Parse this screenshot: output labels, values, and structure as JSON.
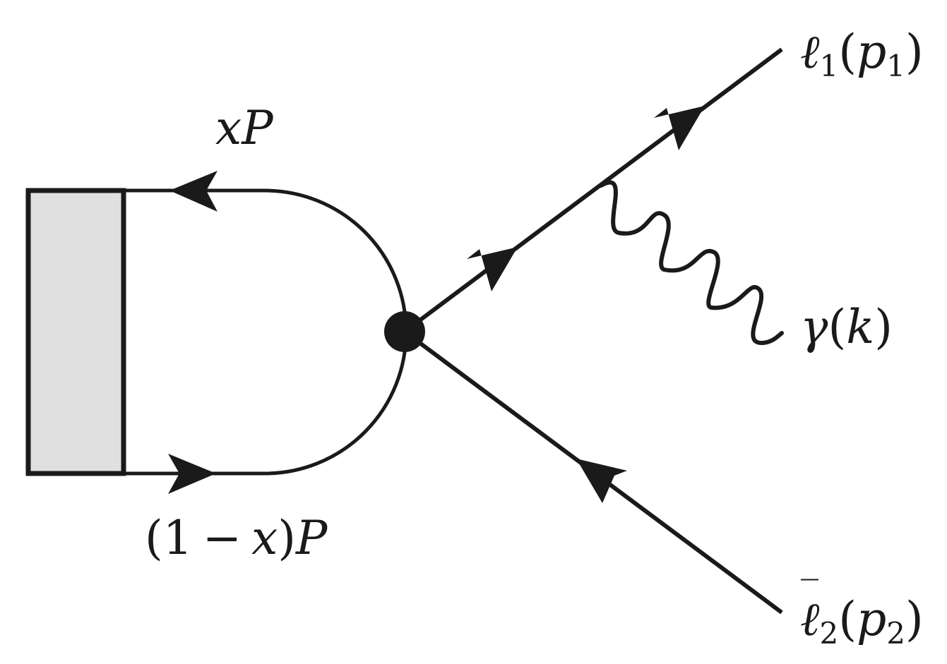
{
  "labels": {
    "upper_momentum": {
      "var": "x",
      "sym": "P"
    },
    "lower_momentum": {
      "open": "(",
      "one": "1",
      "minus": "−",
      "var": "x",
      "close": ")",
      "sym": "P"
    },
    "lepton1": {
      "sym": "ℓ",
      "sub": "1",
      "open": "(",
      "mom": "p",
      "msub": "1",
      "close": ")"
    },
    "photon": {
      "sym": "γ",
      "open": "(",
      "mom": "k",
      "close": ")"
    },
    "lepton2": {
      "sym": "ℓ",
      "bar": "‾",
      "sub": "2",
      "open": "(",
      "mom": "p",
      "msub": "2",
      "close": ")"
    }
  },
  "colors": {
    "line": "#1a1a1a",
    "blob_fill": "#e0e0e0"
  }
}
